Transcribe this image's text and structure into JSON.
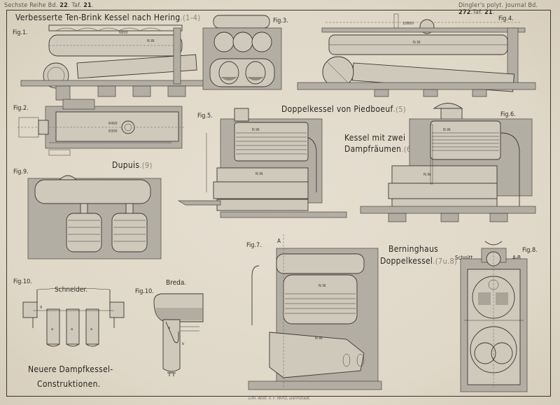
{
  "header": {
    "left_series": "Sechste Reihe Bd.",
    "left_volume": "22",
    "left_plate_prefix": ". Taf.",
    "left_plate": "21",
    "right_journal": "Dingler's polyt. Journal Bd.",
    "right_volume": "272",
    "right_plate_prefix": ".Taf.",
    "right_plate": "21"
  },
  "titles": {
    "ten_brink": {
      "text": "Verbesserte Ten-Brink Kessel nach Hering",
      "ref": ".(1-4)"
    },
    "piedboeuf": {
      "text": "Doppelkessel von Piedboeuf",
      "ref": ".(5)"
    },
    "zwei_dampfraeumen_1": {
      "text": "Kessel mit zwei"
    },
    "zwei_dampfraeumen_2": {
      "text": "Dampfräumen",
      "ref": ".(6)"
    },
    "dupuis": {
      "text": "Dupuis",
      "ref": ".(9)"
    },
    "berninghaus_1": {
      "text": "Berninghaus"
    },
    "berninghaus_2": {
      "text": "Doppelkessel",
      "ref": ".(7u.8)"
    },
    "schneider": {
      "text": "Schneider."
    },
    "breda": {
      "text": "Breda."
    },
    "neuere_1": {
      "text": "Neuere Dampfkessel-"
    },
    "neuere_2": {
      "text": "Construktionen."
    }
  },
  "figures": {
    "fig1": "Fig.1.",
    "fig2": "Fig.2.",
    "fig3": "Fig.3.",
    "fig4": "Fig.4.",
    "fig5": "Fig.5.",
    "fig6": "Fig.6.",
    "fig7": "Fig.7.",
    "fig8": "Fig.8.",
    "fig9": "Fig.9.",
    "fig10a": "Fig.10.",
    "fig10b": "Fig.10."
  },
  "annotations": {
    "schnitt": "Schnitt",
    "ab": "A-B.",
    "section_a": "A",
    "section_b": "B",
    "nw": "N.W.",
    "label_a": "a",
    "label_b": "b",
    "label_g": "g"
  },
  "imprint": "Lith. Anst. v. F. Wirtz, Darmstadt."
}
